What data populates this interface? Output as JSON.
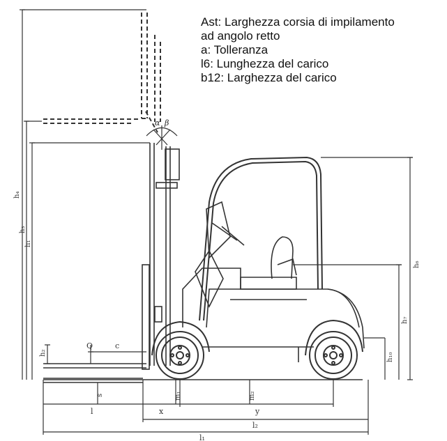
{
  "legend": {
    "lines": [
      "Ast: Larghezza corsia di impilamento",
      "ad angolo retto",
      "a: Tolleranza",
      "l6: Lunghezza del carico",
      "b12: Larghezza del carico"
    ]
  },
  "dimensions": {
    "h4": "h₄",
    "h3": "h₃",
    "h1": "h₁",
    "h6": "h₆",
    "h7": "h₇",
    "h10": "h₁₀",
    "h2": "h₂",
    "Q": "Q",
    "c": "c",
    "s": "s",
    "m1": "m₁",
    "m2": "m₂",
    "l": "l",
    "x": "x",
    "y": "y",
    "l2": "l₂",
    "l1": "l₁",
    "alpha": "α",
    "beta": "β"
  }
}
